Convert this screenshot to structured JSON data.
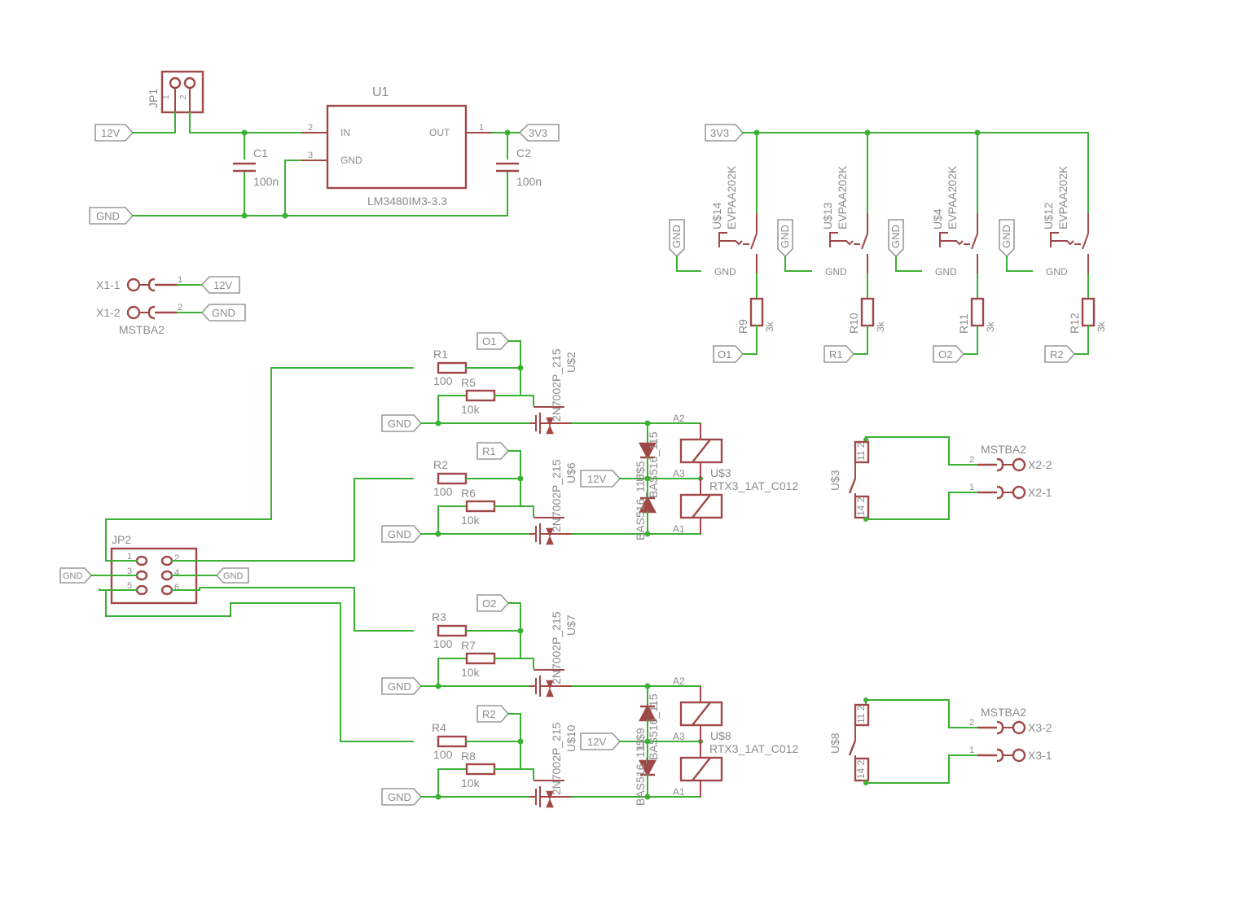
{
  "colors": {
    "wire": "#3cb034",
    "component": "#a04848",
    "label": "#8c8c8c",
    "background": "#ffffff"
  },
  "net_labels": {
    "n12v_in": "12V",
    "gnd_top": "GND",
    "v3v3_out": "3V3",
    "v3v3_rail": "3V3",
    "x1_12v": "12V",
    "x1_gnd": "GND",
    "sw1_gnd": "GND",
    "sw2_gnd": "GND",
    "sw3_gnd": "GND",
    "sw4_gnd": "GND",
    "sw1_out": "O1",
    "sw2_out": "R1",
    "sw3_out": "O2",
    "sw4_out": "R2",
    "q1_gate": "O1",
    "q2_gate": "R1",
    "q3_gate": "O2",
    "q4_gate": "R2",
    "q1_gnd": "GND",
    "q2_gnd": "GND",
    "q3_gnd": "GND",
    "q4_gnd": "GND",
    "k1_12v": "12V",
    "k2_12v": "12V",
    "jp2_gnd_left": "GND",
    "jp2_gnd_right": "GND"
  },
  "components": {
    "jp1": {
      "name": "JP1",
      "pin1": "1",
      "pin2": "2"
    },
    "u1": {
      "name": "U1",
      "value": "LM3480IM3-3.3",
      "pin_in": "IN",
      "pin_gnd": "GND",
      "pin_out": "OUT",
      "pin_in_num": "2",
      "pin_gnd_num": "3",
      "pin_out_num": "1"
    },
    "c1": {
      "name": "C1",
      "value": "100n"
    },
    "c2": {
      "name": "C2",
      "value": "100n"
    },
    "x1": {
      "pin1": "X1-1",
      "pin2": "X1-2",
      "num1": "1",
      "num2": "2",
      "value": "MSTBA2"
    },
    "switches": [
      {
        "name": "U$14",
        "value": "EVPAA202K",
        "gnd_pin": "GND"
      },
      {
        "name": "U$13",
        "value": "EVPAA202K",
        "gnd_pin": "GND"
      },
      {
        "name": "U$4",
        "value": "EVPAA202K",
        "gnd_pin": "GND"
      },
      {
        "name": "U$12",
        "value": "EVPAA202K",
        "gnd_pin": "GND"
      }
    ],
    "pullups": [
      {
        "name": "R9",
        "value": "3k"
      },
      {
        "name": "R10",
        "value": "3k"
      },
      {
        "name": "R11",
        "value": "3k"
      },
      {
        "name": "R12",
        "value": "3k"
      }
    ],
    "drivers": [
      {
        "r_series": "R1",
        "r_series_val": "100",
        "r_pull": "R5",
        "r_pull_val": "10k",
        "mosfet": "U$2",
        "mosfet_val": "2N7002P_215"
      },
      {
        "r_series": "R2",
        "r_series_val": "100",
        "r_pull": "R6",
        "r_pull_val": "10k",
        "mosfet": "U$6",
        "mosfet_val": "2N7002P_215"
      },
      {
        "r_series": "R3",
        "r_series_val": "100",
        "r_pull": "R7",
        "r_pull_val": "10k",
        "mosfet": "U$7",
        "mosfet_val": "2N7002P_215"
      },
      {
        "r_series": "R4",
        "r_series_val": "100",
        "r_pull": "R8",
        "r_pull_val": "10k",
        "mosfet": "U$10",
        "mosfet_val": "2N7002P_215"
      }
    ],
    "diodes": [
      {
        "name": "U$5",
        "value": "BAS516_115"
      },
      {
        "name": "U$9",
        "value": "BAS516_115"
      }
    ],
    "relays": [
      {
        "name": "U$3",
        "value": "RTX3_1AT_C012",
        "a1": "A1",
        "a2": "A2",
        "a3": "A3",
        "contact_top": "11 2",
        "contact_bottom": "14 2"
      },
      {
        "name": "U$8",
        "value": "RTX3_1AT_C012",
        "a1": "A1",
        "a2": "A2",
        "a3": "A3",
        "contact_top": "11 2",
        "contact_bottom": "14 2"
      }
    ],
    "x2": {
      "value": "MSTBA2",
      "pin2": "X2-2",
      "pin1": "X2-1",
      "num2": "2",
      "num1": "1"
    },
    "x3": {
      "value": "MSTBA2",
      "pin2": "X3-2",
      "pin1": "X3-1",
      "num2": "2",
      "num1": "1"
    },
    "jp2": {
      "name": "JP2",
      "pins": [
        "1",
        "2",
        "3",
        "4",
        "5",
        "6"
      ]
    }
  }
}
